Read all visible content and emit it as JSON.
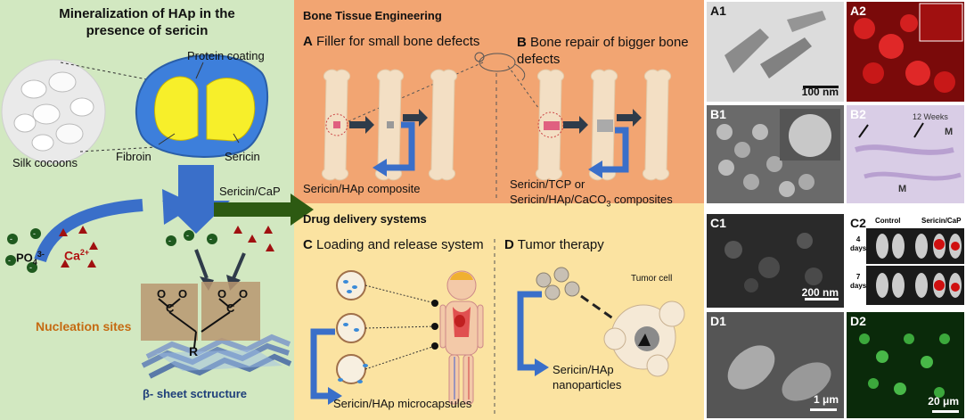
{
  "left": {
    "title_line1": "Mineralization of HAp in the",
    "title_line2": "presence of sericin",
    "protein_coating": "Protein coating",
    "silk_cocoons": "Silk cocoons",
    "fibroin": "Fibroin",
    "sericin": "Sericin",
    "po4": "PO",
    "po4_sub": "4",
    "po4_sup": "3-",
    "ca": "Ca",
    "ca_sup": "2+",
    "nucleation": "Nucleation sites",
    "r_label": "R",
    "o_label": "O",
    "c_label": "C",
    "beta_sheet": "β- sheet sctructure"
  },
  "arrow_label": "Sericin/CaP",
  "bone": {
    "header": "Bone Tissue Engineering",
    "a_letter": "A",
    "a_title": "Filler for small bone defects",
    "b_letter": "B",
    "b_title_line1": "Bone repair of bigger bone",
    "b_title_line2": "defects",
    "a_caption": "Sericin/HAp composite",
    "b_caption_line1": "Sericin/TCP or",
    "b_caption_line2": "Sericin/HAp/CaCO",
    "b_caption_sub": "3",
    "b_caption_end": " composites"
  },
  "drug": {
    "header": "Drug delivery systems",
    "c_letter": "C",
    "c_title": "Loading and release system",
    "d_letter": "D",
    "d_title": "Tumor therapy",
    "c_caption": "Sericin/HAp microcapsules",
    "d_caption_line1": "Sericin/HAp",
    "d_caption_line2": "nanoparticles",
    "tumor_cell": "Tumor cell"
  },
  "micrographs": {
    "a1": {
      "tag": "A1",
      "scale": "100 nm"
    },
    "a2": {
      "tag": "A2"
    },
    "b1": {
      "tag": "B1"
    },
    "b2": {
      "tag": "B2",
      "note": "12 Weeks",
      "m1": "M",
      "m2": "M"
    },
    "c1": {
      "tag": "C1",
      "scale": "200 nm"
    },
    "c2": {
      "tag": "C2",
      "col1": "Control",
      "col2": "Sericin/CaP",
      "row1_num": "4",
      "row1_unit": "days",
      "row2_num": "7",
      "row2_unit": "days"
    },
    "d1": {
      "tag": "D1",
      "scale": "1 μm"
    },
    "d2": {
      "tag": "D2",
      "scale": "20 μm"
    }
  },
  "colors": {
    "left_bg": "#d2e8c1",
    "bone_bg": "#f2a572",
    "drug_bg": "#fbe3a1",
    "blue_arrow": "#3a6fc9",
    "dark_arrow": "#2f3b4a",
    "green_arrow": "#2d5a12"
  }
}
